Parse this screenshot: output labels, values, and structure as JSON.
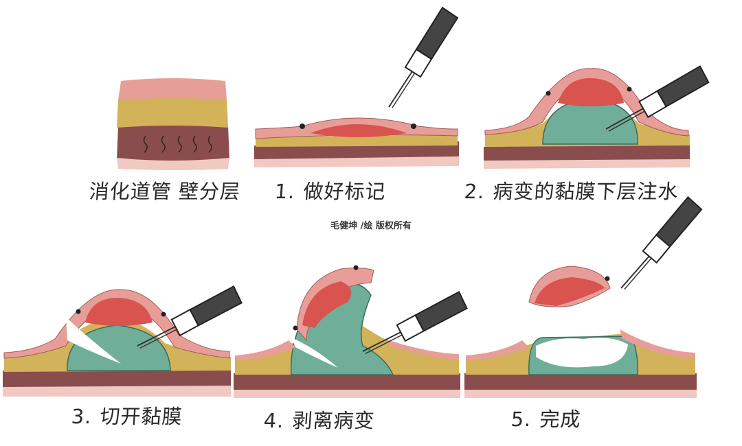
{
  "panels": [
    {
      "id": "layers",
      "label": "消化道管 壁分层"
    },
    {
      "id": "step1",
      "number": "1.",
      "label": "做好标记"
    },
    {
      "id": "step2",
      "number": "2.",
      "label": "病变的黏膜下层注水"
    },
    {
      "id": "step3",
      "number": "3.",
      "label": "切开黏膜"
    },
    {
      "id": "step4",
      "number": "4.",
      "label": "剥离病变"
    },
    {
      "id": "step5",
      "number": "5.",
      "label": "完成"
    }
  ],
  "credit": "毛健坤 /绘 版权所有",
  "colors": {
    "mucosa": "#e79e98",
    "lesion": "#d9534f",
    "submucosa": "#d2b35a",
    "fluid": "#6fae99",
    "muscle": "#8a4d4d",
    "muscle_base": "#f0c9c2",
    "marker": "#222222",
    "knife_body": "#444444"
  }
}
